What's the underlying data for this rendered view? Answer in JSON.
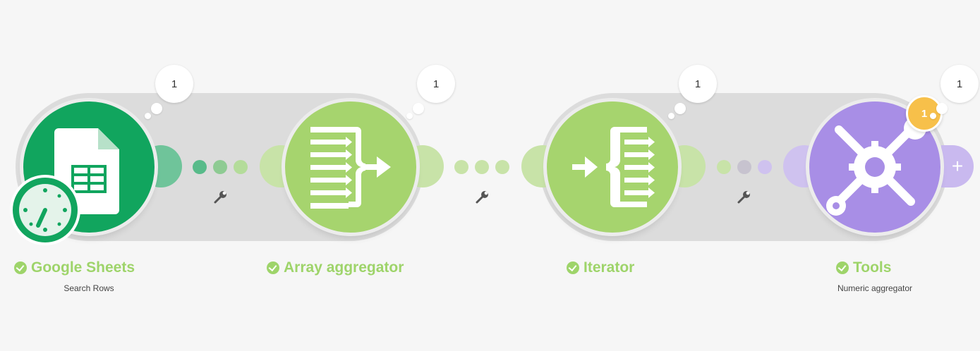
{
  "colors": {
    "sheets": "#11a55e",
    "green_module": "#a6d46e",
    "tools": "#a88ee6",
    "title_green": "#9ed46a",
    "badge": "#f7c04a"
  },
  "modules": [
    {
      "title": "Google Sheets",
      "subtitle": "Search Rows",
      "bubble": "1",
      "icon": "google-sheets-icon"
    },
    {
      "title": "Array aggregator",
      "subtitle": "",
      "bubble": "1",
      "icon": "array-aggregator-icon"
    },
    {
      "title": "Iterator",
      "subtitle": "",
      "bubble": "1",
      "icon": "iterator-icon"
    },
    {
      "title": "Tools",
      "subtitle": "Numeric aggregator",
      "bubble": "1",
      "icon": "tools-icon",
      "badge": "1"
    }
  ],
  "add_button": "+",
  "icons": {
    "trigger": "clock-icon",
    "filter": "wrench-icon",
    "status": "check-icon"
  }
}
